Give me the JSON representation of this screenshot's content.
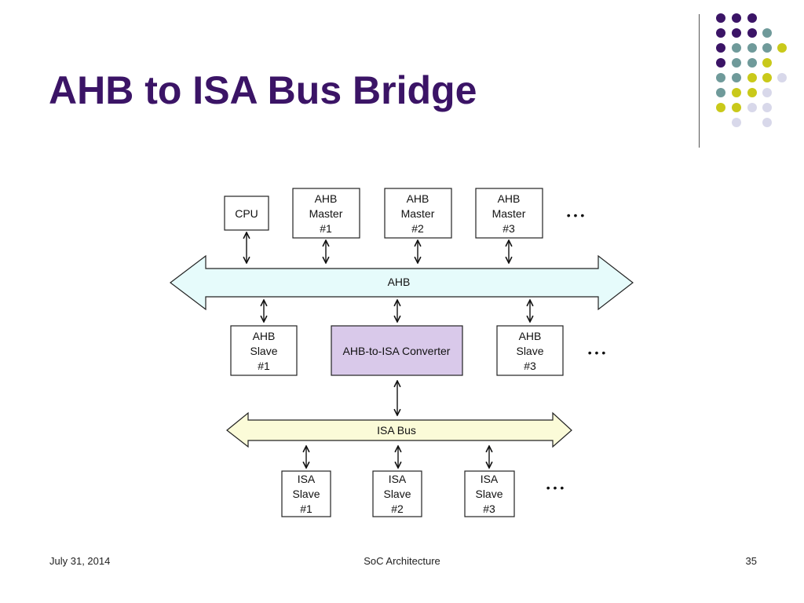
{
  "slide": {
    "title": "AHB to ISA Bus Bridge"
  },
  "diagram": {
    "cpu": "CPU",
    "masters": [
      [
        "AHB",
        "Master",
        "#1"
      ],
      [
        "AHB",
        "Master",
        "#2"
      ],
      [
        "AHB",
        "Master",
        "#3"
      ]
    ],
    "ahb_bus": "AHB",
    "ahb_slaves": [
      [
        "AHB",
        "Slave",
        "#1"
      ],
      [
        "AHB",
        "Slave",
        "#3"
      ]
    ],
    "converter": "AHB-to-ISA Converter",
    "isa_bus": "ISA Bus",
    "isa_slaves": [
      [
        "ISA",
        "Slave",
        "#1"
      ],
      [
        "ISA",
        "Slave",
        "#2"
      ],
      [
        "ISA",
        "Slave",
        "#3"
      ]
    ],
    "ellipsis": "• • •",
    "colors": {
      "ahb_bus_fill": "#e6fbfb",
      "isa_bus_fill": "#fbfbd8",
      "converter_fill": "#d9c9ea"
    }
  },
  "footer": {
    "date": "July 31, 2014",
    "center": "SoC Architecture",
    "page": "35"
  },
  "decor": {
    "dot_colors": [
      "#3b1466",
      "#6f9a9a",
      "#c9c91a",
      "#d8d8ea"
    ]
  }
}
